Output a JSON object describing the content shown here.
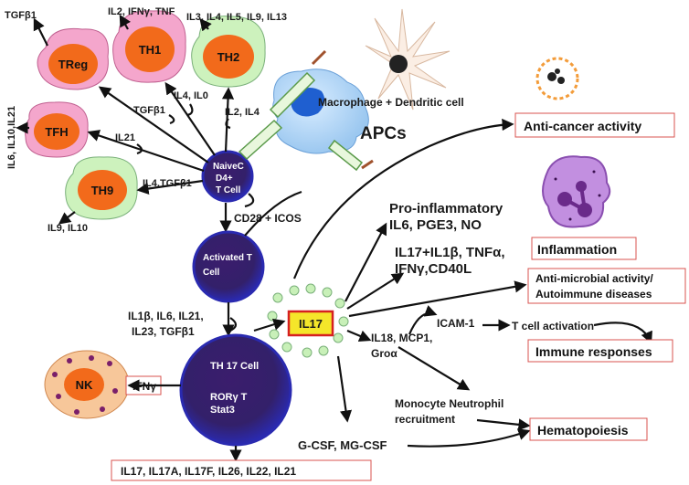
{
  "cells": {
    "treg": "TReg",
    "th1": "TH1",
    "th2": "TH2",
    "tfh": "TFH",
    "th9": "TH9",
    "naive_l1": "NaiveC",
    "naive_l2": "D4+",
    "naive_l3": "T Cell",
    "activated_l1": "Activated  T",
    "activated_l2": "Cell",
    "th17_l1": "TH 17 Cell",
    "th17_l2": "RORγ T",
    "th17_l3": "Stat3",
    "nk": "NK"
  },
  "cytokines": {
    "treg_out": "TGFβ1",
    "th1_out": "IL2, IFNγ, TNF",
    "th2_out": "IL3, IL4, IL5, IL9, IL13",
    "tfh_out": "IL6, IL10,IL21",
    "th9_out": "IL9, IL10",
    "to_treg": "TGFβ1",
    "to_th1": "IL4, IL0",
    "to_th2": "IL2, IL4",
    "to_tfh": "IL21",
    "to_th9": "IL4,TGFβ1",
    "costim": "CD28 + ICOS",
    "th17_in_l1": "IL1β, IL6, IL21,",
    "th17_in_l2": "IL23, TGFβ1",
    "ifng": "IFNγ",
    "th17_out": "IL17, IL17A, IL17F, IL26, IL22, IL21",
    "il17": "IL17",
    "proinf_l1": "Pro-inflammatory",
    "proinf_l2": "IL6, PGE3, NO",
    "il17mix_l1": "IL17+IL1β, TNFα,",
    "il17mix_l2": "IFNγ,CD40L",
    "il18_l1": "IL18, MCP1,",
    "il18_l2": "Groα",
    "icam": "ICAM-1",
    "tcell_act": "T cell activation",
    "mono_l1": "Monocyte Neutrophil",
    "mono_l2": "recruitment",
    "gcsf": "G-CSF, MG-CSF"
  },
  "apc": {
    "macro_label": "Macrophage + Dendritic cell",
    "apcs": "APCs"
  },
  "outcomes": {
    "anticancer": "Anti-cancer activity",
    "inflammation": "Inflammation",
    "antimicrobial_l1": "Anti-microbial activity/",
    "antimicrobial_l2": "Autoimmune diseases",
    "immune": "Immune responses",
    "hemato": "Hematopoiesis"
  },
  "colors": {
    "core_orange": "#f26a1b",
    "treg_membrane": "#f0a0c8",
    "th1_membrane": "#f0a0c8",
    "th2_membrane": "#c8f0b8",
    "th9_membrane": "#c8f0b8",
    "tfh_membrane": "#f0a0c8",
    "tcell_blue": "#2b2baa",
    "tcell_dark": "#3a1f6e",
    "il17_fill": "#f5e62a",
    "il17_border": "#d62020",
    "outcome_border": "#d9534f"
  }
}
